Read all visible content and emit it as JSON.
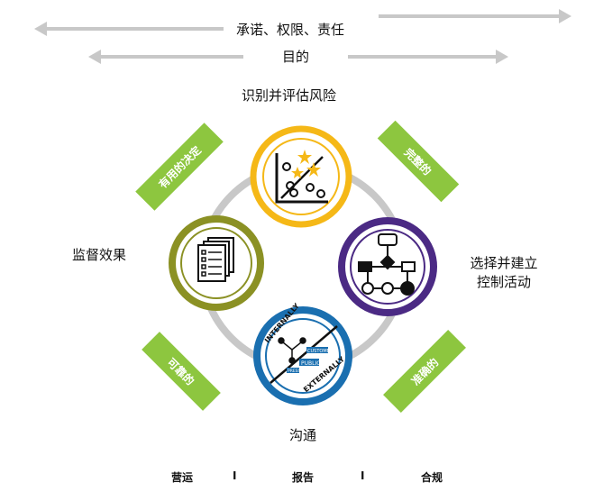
{
  "top": {
    "line1": "承诺、权限、责任",
    "line2": "目的",
    "line3": "识别并评估风险"
  },
  "sides": {
    "left": "监督效果",
    "right_line1": "选择并建立",
    "right_line2": "控制活动",
    "bottom": "沟通"
  },
  "tags": {
    "top_left": "有用的决定",
    "top_right": "完整的",
    "bottom_left": "可靠的",
    "bottom_right": "准确的"
  },
  "footer": {
    "item1": "营运",
    "sep1": "I",
    "item2": "报告",
    "sep2": "I",
    "item3": "合规"
  },
  "bottom_circle": {
    "internally": "INTERNALLY",
    "externally": "EXTERNALLY",
    "customers": "CUSTOMERS",
    "public": "PUBLIC",
    "press": "PRESS"
  },
  "colors": {
    "arrow": "#c8c8c8",
    "ring": "#c8c8c8",
    "top_circle": "#f5b817",
    "left_circle": "#8b9124",
    "right_circle": "#4b2a84",
    "bottom_circle": "#1a6fb0",
    "tag": "#8dc63f",
    "star": "#f5b817"
  }
}
